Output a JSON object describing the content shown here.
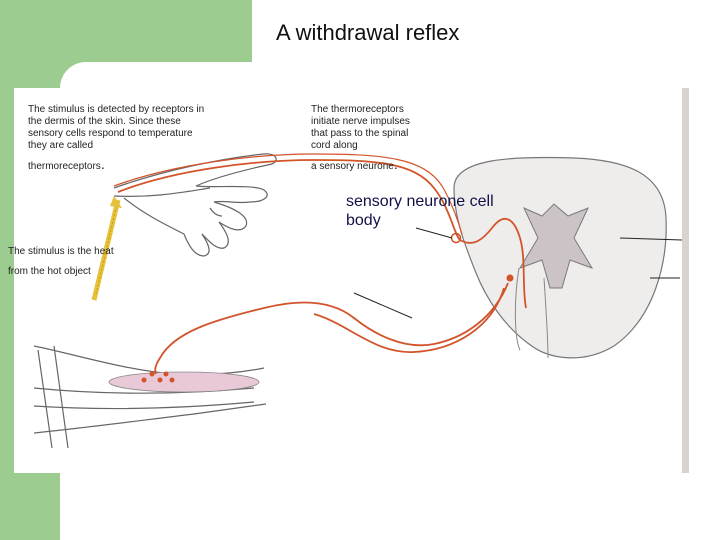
{
  "title": "A withdrawal reflex",
  "captions": {
    "receptors": "The stimulus is detected by receptors in the dermis of the skin. Since these sensory cells respond to temperature they are called",
    "receptors_term": "thermoreceptors",
    "impulses": "The thermoreceptors initiate nerve impulses that pass to the spinal cord along",
    "impulses_term": "a sensory neurone",
    "stimulus_line1": "The stimulus is the heat",
    "stimulus_line2": "from the hot object",
    "cell_body_label": "sensory neurone cell body",
    "period": "."
  },
  "colors": {
    "slide_green": "#9ccc8f",
    "nerve_red": "#d2542a",
    "outline_gray": "#666666",
    "spinal_gray": "#d5cfcc",
    "muscle_pink": "#e9c9d8"
  }
}
